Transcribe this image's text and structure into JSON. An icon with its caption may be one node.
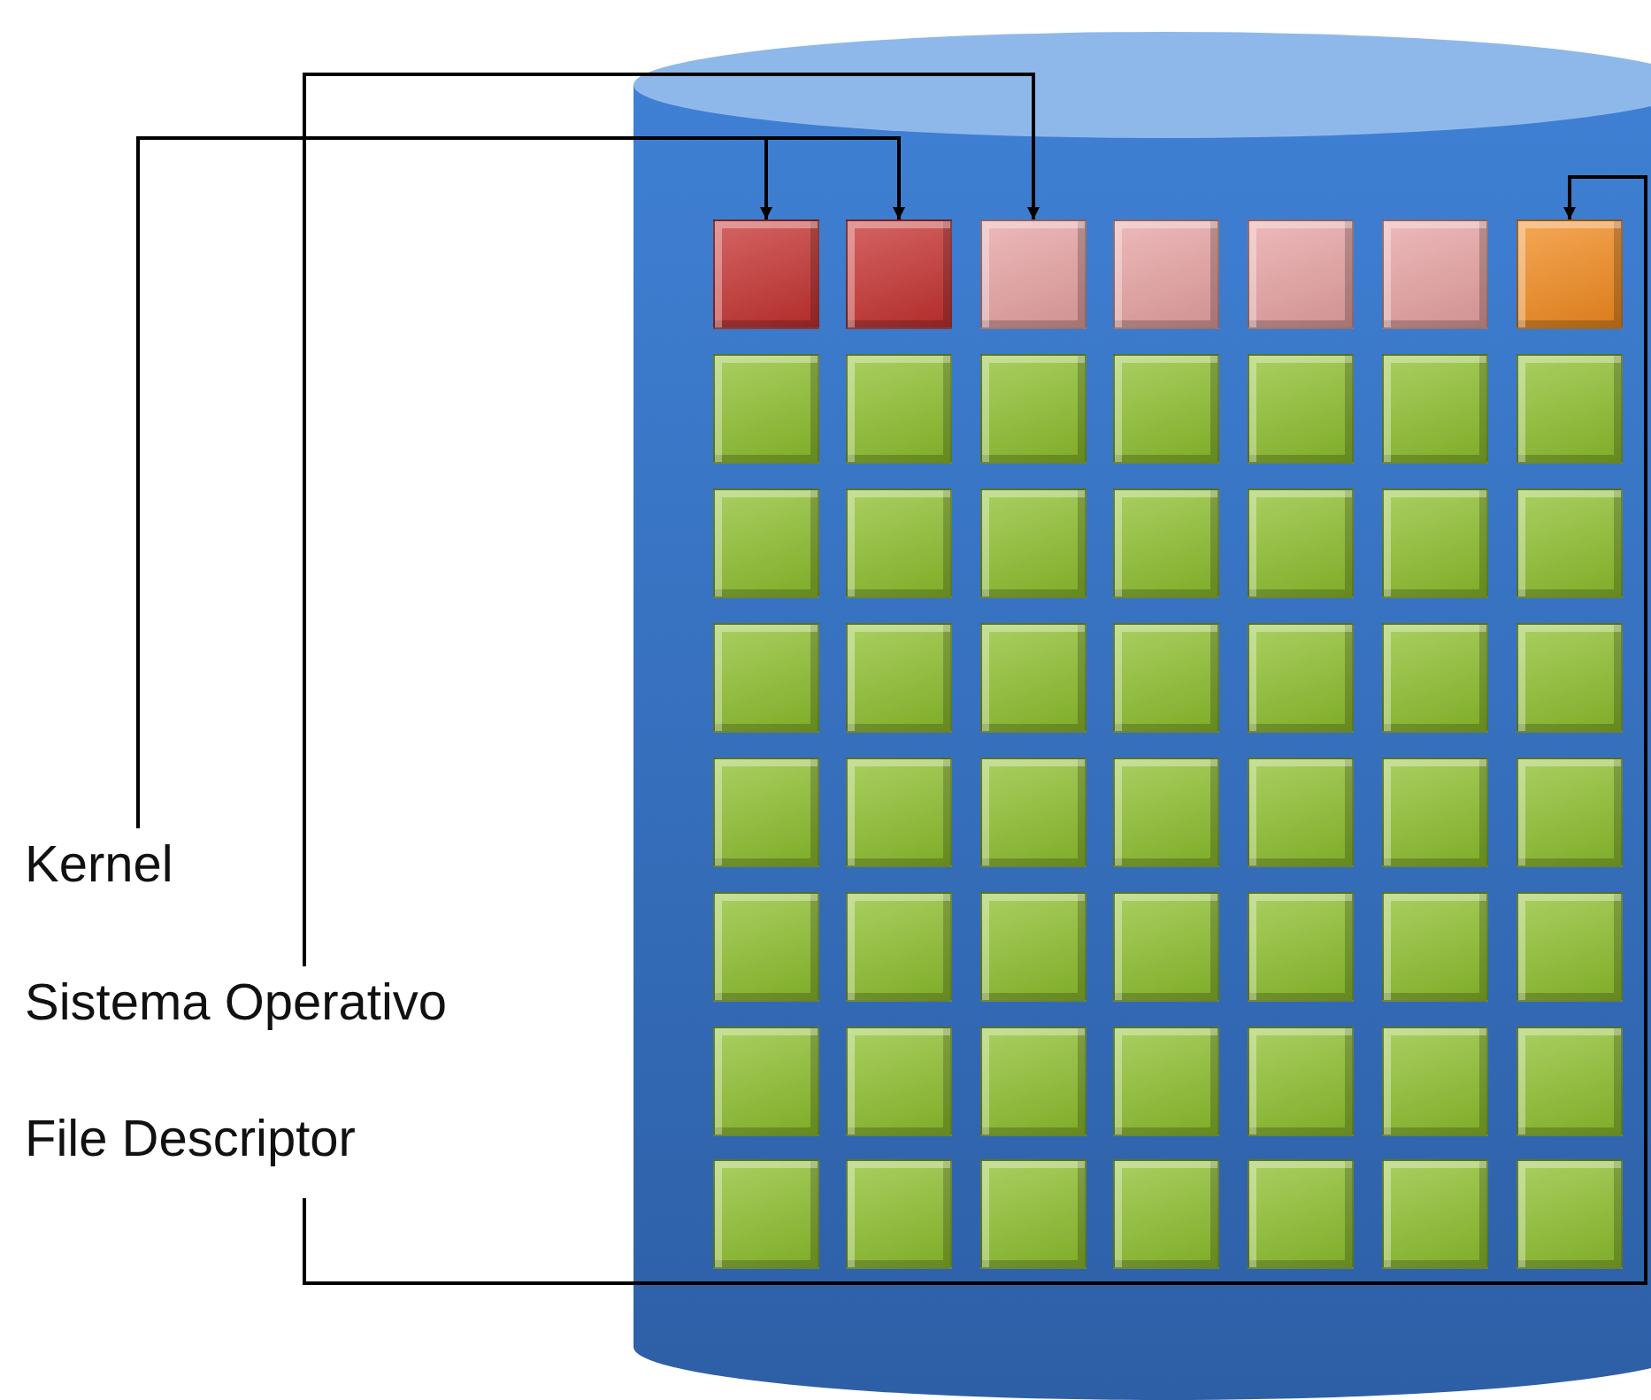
{
  "diagram": {
    "nodes": [
      {
        "text": [
          "Kernel"
        ]
      },
      {
        "text": [
          "Sistema Operativo"
        ]
      },
      {
        "text": [
          "File Descriptor"
        ]
      },
      {
        "text": [],
        "shape": "cylinder"
      },
      {
        "text": [],
        "shape": "box",
        "in": 3
      },
      {
        "text": [],
        "shape": "box",
        "in": 3
      },
      {
        "text": [],
        "shape": "box",
        "in": 3
      },
      {
        "text": [],
        "shape": "box",
        "in": 3
      },
      {
        "text": [],
        "shape": "box",
        "in": 3
      },
      {
        "text": [],
        "shape": "box",
        "in": 3
      },
      {
        "text": [],
        "shape": "box",
        "in": 3
      },
      {
        "text": [],
        "shape": "box",
        "in": 3
      },
      {
        "text": [],
        "shape": "box",
        "in": 3
      },
      {
        "text": [],
        "shape": "box",
        "in": 3
      },
      {
        "text": [],
        "shape": "box",
        "in": 3
      },
      {
        "text": [],
        "shape": "box",
        "in": 3
      },
      {
        "text": [],
        "shape": "box",
        "in": 3
      },
      {
        "text": [],
        "shape": "box",
        "in": 3
      },
      {
        "text": [],
        "shape": "box",
        "in": 3
      },
      {
        "text": [],
        "shape": "box",
        "in": 3
      },
      {
        "text": [],
        "shape": "box",
        "in": 3
      },
      {
        "text": [],
        "shape": "box",
        "in": 3
      },
      {
        "text": [],
        "shape": "box",
        "in": 3
      },
      {
        "text": [],
        "shape": "box",
        "in": 3
      },
      {
        "text": [],
        "shape": "box",
        "in": 3
      },
      {
        "text": [],
        "shape": "box",
        "in": 3
      },
      {
        "text": [],
        "shape": "box",
        "in": 3
      },
      {
        "text": [],
        "shape": "box",
        "in": 3
      },
      {
        "text": [],
        "shape": "box",
        "in": 3
      },
      {
        "text": [],
        "shape": "box",
        "in": 3
      },
      {
        "text": [],
        "shape": "box",
        "in": 3
      },
      {
        "text": [],
        "shape": "box",
        "in": 3
      },
      {
        "text": [],
        "shape": "box",
        "in": 3
      },
      {
        "text": [],
        "shape": "box",
        "in": 3
      },
      {
        "text": [],
        "shape": "box",
        "in": 3
      },
      {
        "text": [],
        "shape": "box",
        "in": 3
      },
      {
        "text": [],
        "shape": "box",
        "in": 3
      },
      {
        "text": [],
        "shape": "box",
        "in": 3
      },
      {
        "text": [],
        "shape": "box",
        "in": 3
      },
      {
        "text": [],
        "shape": "box",
        "in": 3
      },
      {
        "text": [],
        "shape": "box",
        "in": 3
      },
      {
        "text": [],
        "shape": "box",
        "in": 3
      },
      {
        "text": [],
        "shape": "box",
        "in": 3
      },
      {
        "text": [],
        "shape": "box",
        "in": 3
      },
      {
        "text": [],
        "shape": "box",
        "in": 3
      },
      {
        "text": [],
        "shape": "box",
        "in": 3
      },
      {
        "text": [],
        "shape": "box",
        "in": 3
      },
      {
        "text": [],
        "shape": "box",
        "in": 3
      },
      {
        "text": [],
        "shape": "box",
        "in": 3
      },
      {
        "text": [],
        "shape": "box",
        "in": 3
      },
      {
        "text": [],
        "shape": "box",
        "in": 3
      },
      {
        "text": [],
        "shape": "box",
        "in": 3
      },
      {
        "text": [],
        "shape": "box",
        "in": 3
      },
      {
        "text": [],
        "shape": "box",
        "in": 3
      },
      {
        "text": [],
        "shape": "box",
        "in": 3
      },
      {
        "text": [],
        "shape": "box",
        "in": 3
      },
      {
        "text": [],
        "shape": "box",
        "in": 3
      },
      {
        "text": [],
        "shape": "box",
        "in": 3
      },
      {
        "text": [],
        "shape": "box",
        "in": 3
      },
      {
        "text": [],
        "shape": "box",
        "in": 3
      }
    ],
    "edges": [
      {
        "from": 0,
        "to": 4,
        "arrow": "to"
      },
      {
        "from": 0,
        "to": 5,
        "arrow": "to"
      },
      {
        "from": 1,
        "to": 6,
        "arrow": "to"
      },
      {
        "from": 2,
        "to": 10,
        "arrow": "to"
      }
    ]
  }
}
